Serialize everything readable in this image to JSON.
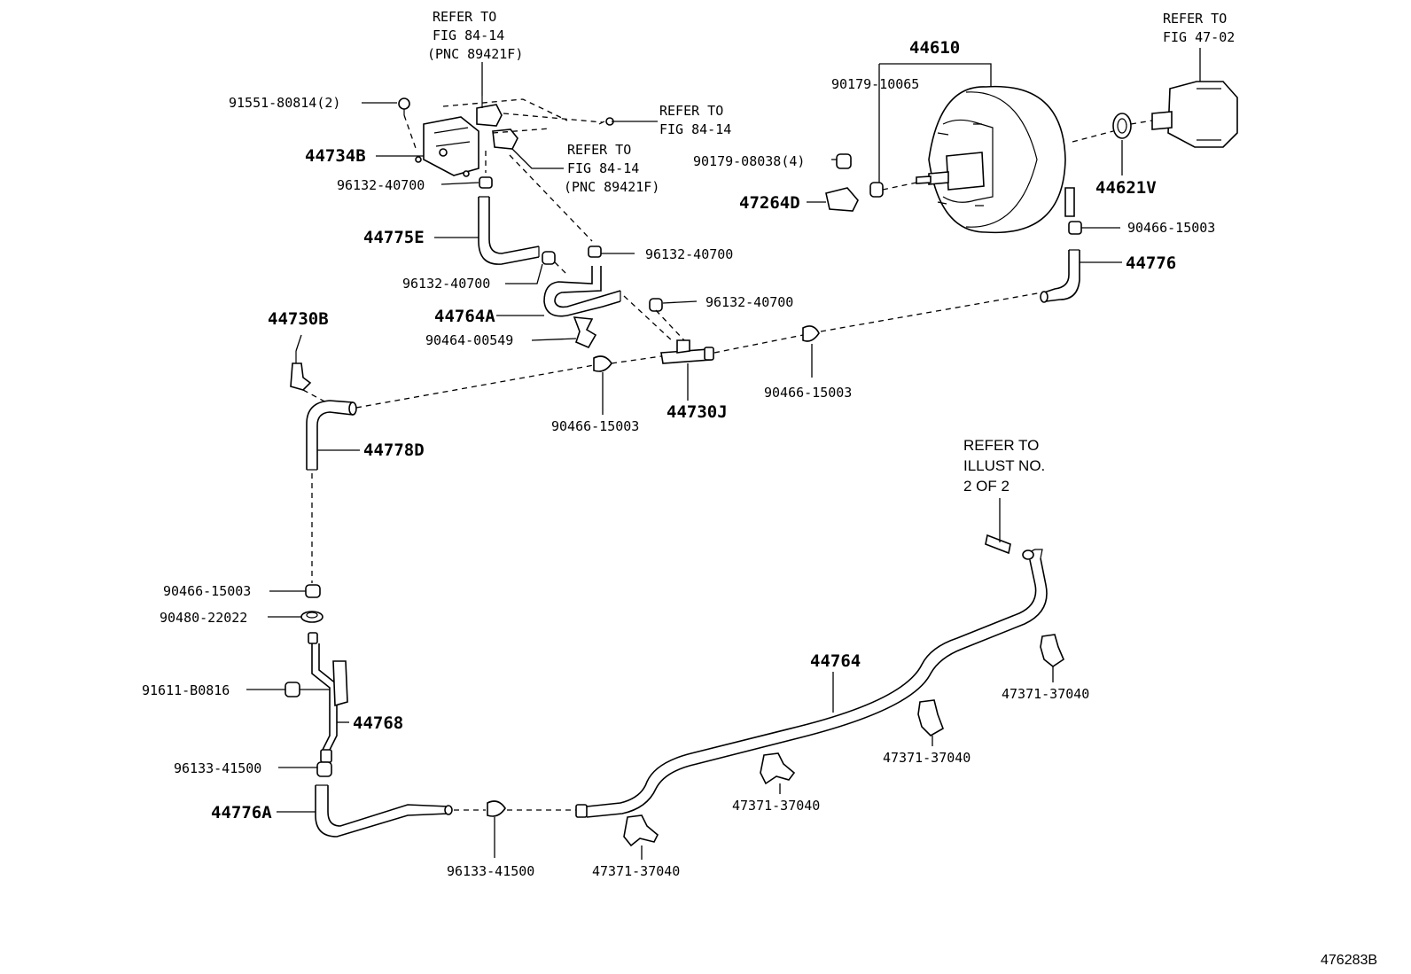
{
  "labels": {
    "refer_fig84_14_pnc_top": [
      "REFER TO",
      "FIG 84-14",
      "(PNC 89421F)"
    ],
    "refer_fig84_14_right": [
      "REFER TO",
      "FIG 84-14"
    ],
    "refer_fig84_14_pnc_mid": [
      "REFER TO",
      "FIG 84-14",
      "(PNC 89421F)"
    ],
    "refer_fig47_02": [
      "REFER TO",
      "FIG 47-02"
    ],
    "refer_illust": [
      "REFER TO",
      "ILLUST NO.",
      "2 OF 2"
    ],
    "p91551": "91551-80814(2)",
    "p44734B": "44734B",
    "p96132_a": "96132-40700",
    "p44775E": "44775E",
    "p96132_b": "96132-40700",
    "p96132_c": "96132-40700",
    "p96132_d": "96132-40700",
    "p44764A": "44764A",
    "p90464": "90464-00549",
    "p44730B": "44730B",
    "p90466_a": "90466-15003",
    "p44730J": "44730J",
    "p90466_b": "90466-15003",
    "p44778D": "44778D",
    "p44610": "44610",
    "p90179_10065": "90179-10065",
    "p90179_08038": "90179-08038(4)",
    "p47264D": "47264D",
    "p44621V": "44621V",
    "p90466_c": "90466-15003",
    "p44776": "44776",
    "p90466_d": "90466-15003",
    "p90480": "90480-22022",
    "p91611": "91611-B0816",
    "p44768": "44768",
    "p96133_a": "96133-41500",
    "p44776A": "44776A",
    "p96133_b": "96133-41500",
    "p47371_a": "47371-37040",
    "p47371_b": "47371-37040",
    "p44764": "44764",
    "p47371_c": "47371-37040",
    "p47371_d": "47371-37040",
    "illustration_id": "476283B"
  }
}
